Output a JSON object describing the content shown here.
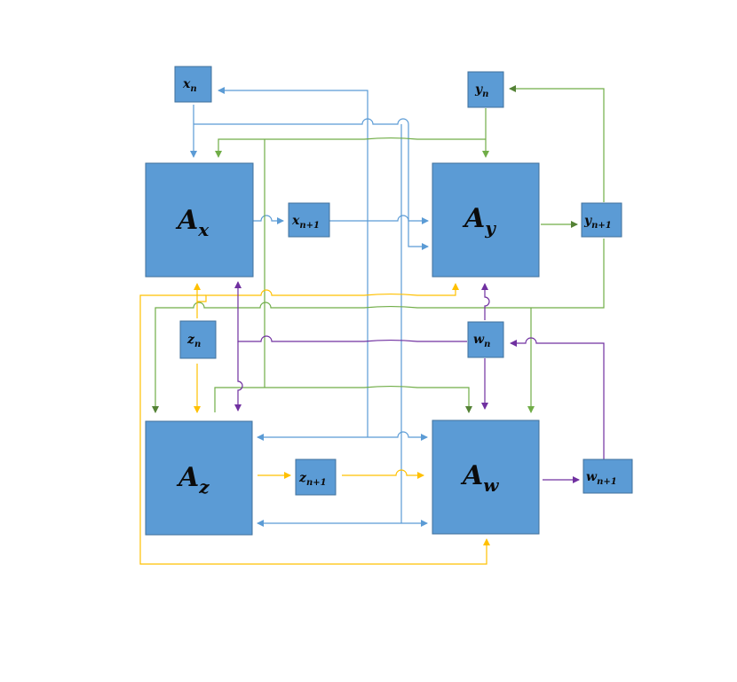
{
  "colors": {
    "box_fill": "#5b9bd5",
    "box_stroke": "#41719c",
    "blue_line": "#5b9bd5",
    "green_line": "#70ad47",
    "dark_green_arrow": "#548235",
    "yellow_line": "#ffc000",
    "purple_line": "#7030a0"
  },
  "nodes": {
    "ax": {
      "base": "A",
      "sub": "x"
    },
    "ay": {
      "base": "A",
      "sub": "y"
    },
    "az": {
      "base": "A",
      "sub": "z"
    },
    "aw": {
      "base": "A",
      "sub": "w"
    },
    "xn": {
      "base": "x",
      "sub": "n"
    },
    "yn": {
      "base": "y",
      "sub": "n"
    },
    "zn": {
      "base": "z",
      "sub": "n"
    },
    "wn": {
      "base": "w",
      "sub": "n"
    },
    "xn1": {
      "base": "x",
      "sub": "n+1"
    },
    "yn1": {
      "base": "y",
      "sub": "n+1"
    },
    "zn1": {
      "base": "z",
      "sub": "n+1"
    },
    "wn1": {
      "base": "w",
      "sub": "n+1"
    }
  }
}
